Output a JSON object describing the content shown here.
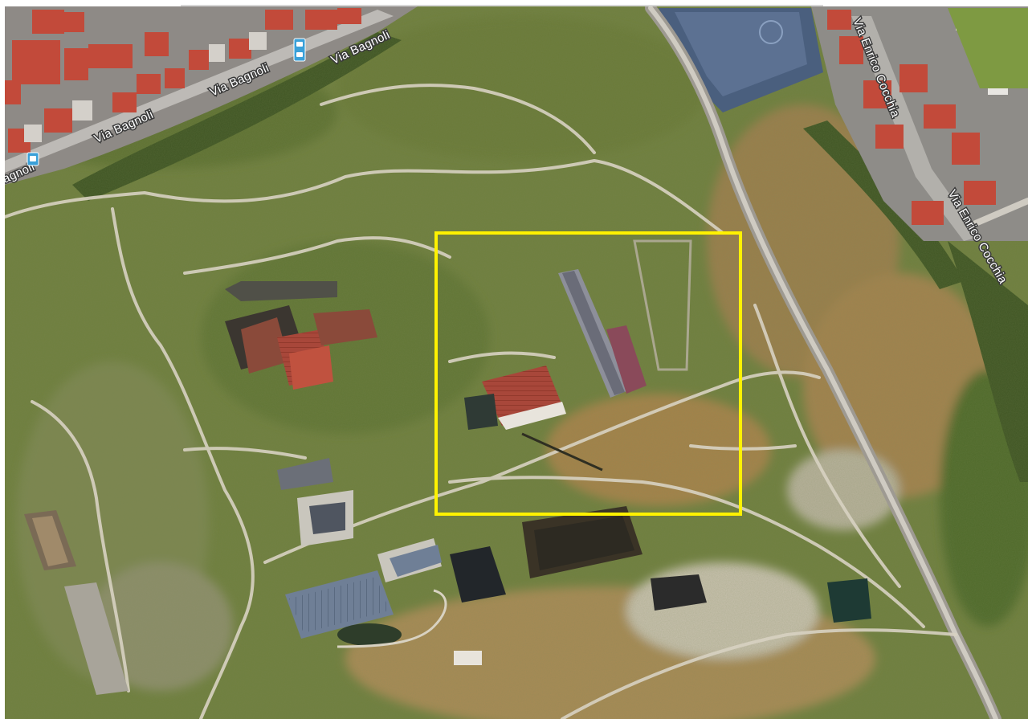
{
  "map": {
    "view": "satellite",
    "streets": [
      {
        "id": "via-bagnoli-1",
        "label": "Via Bagnoli"
      },
      {
        "id": "via-bagnoli-2",
        "label": "Via Bagnoli"
      },
      {
        "id": "via-bagnoli-3",
        "label": "Via Bagnoli"
      },
      {
        "id": "via-bagnoli-4",
        "label": "agnoli"
      },
      {
        "id": "via-enrico-cocchia-1",
        "label": "Via Enrico Cocchia"
      },
      {
        "id": "via-enrico-cocchia-2",
        "label": "Via Enrico Cocchia"
      }
    ],
    "highlight": {
      "shape": "rectangle",
      "color": "#FFF200"
    },
    "icons": [
      "transit-stop-icon",
      "transit-stop-icon"
    ],
    "colors": {
      "vegetation": "#6f7f3e",
      "dry_grass": "#a58a55",
      "path": "#d8d2c2",
      "roof_red": "#a8473a",
      "roof_blue": "#4a5f7e"
    }
  }
}
